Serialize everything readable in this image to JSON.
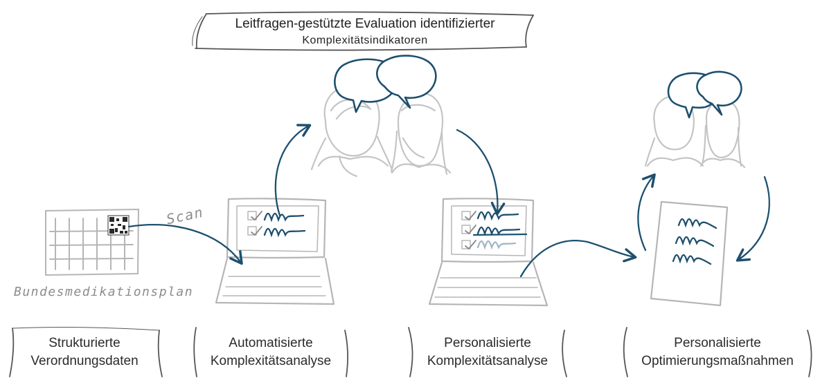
{
  "top_banner": {
    "line1": "Leitfragen-gestützte Evaluation identifizierter",
    "line2": "Komplexitätsindikatoren"
  },
  "handwritten": {
    "scan": "Scan",
    "plan": "Bundesmedikationsplan"
  },
  "steps": [
    {
      "line1": "Strukturierte",
      "line2": "Verordnungsdaten"
    },
    {
      "line1": "Automatisierte",
      "line2": "Komplexitätsanalyse"
    },
    {
      "line1": "Personalisierte",
      "line2": "Komplexitätsanalyse"
    },
    {
      "line1": "Personalisierte",
      "line2": "Optimierungsmaßnahmen"
    }
  ],
  "colors": {
    "accent": "#1d4f6e",
    "sketch": "#b5b5b5",
    "frame": "#555555"
  }
}
